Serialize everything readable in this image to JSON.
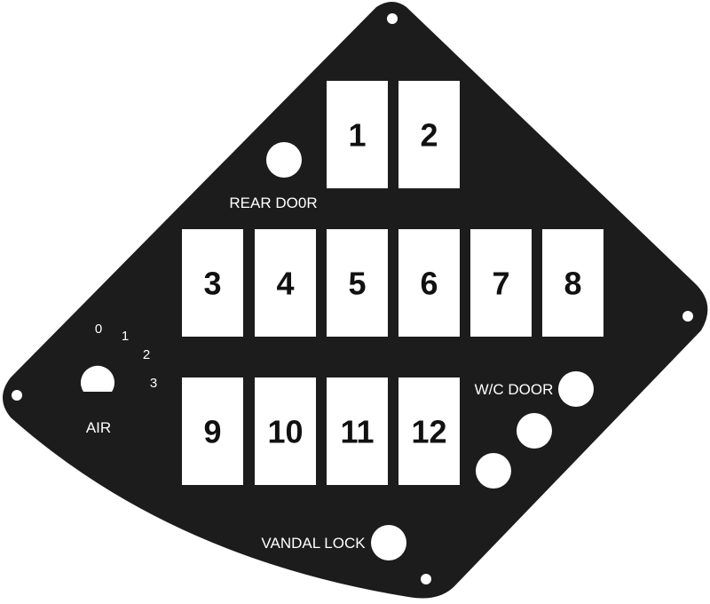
{
  "colors": {
    "panel": "#1c1c1c",
    "cutout": "#ffffff",
    "ink": "#111111",
    "label": "#ffffff"
  },
  "labels": {
    "rear_door": "REAR DO0R",
    "wc_door": "W/C DOOR",
    "vandal_lock": "VANDAL LOCK",
    "air": "AIR"
  },
  "air_dial": {
    "positions": [
      "0",
      "1",
      "2",
      "3"
    ]
  },
  "switches": [
    {
      "number": "1"
    },
    {
      "number": "2"
    },
    {
      "number": "3"
    },
    {
      "number": "4"
    },
    {
      "number": "5"
    },
    {
      "number": "6"
    },
    {
      "number": "7"
    },
    {
      "number": "8"
    },
    {
      "number": "9"
    },
    {
      "number": "10"
    },
    {
      "number": "11"
    },
    {
      "number": "12"
    }
  ]
}
